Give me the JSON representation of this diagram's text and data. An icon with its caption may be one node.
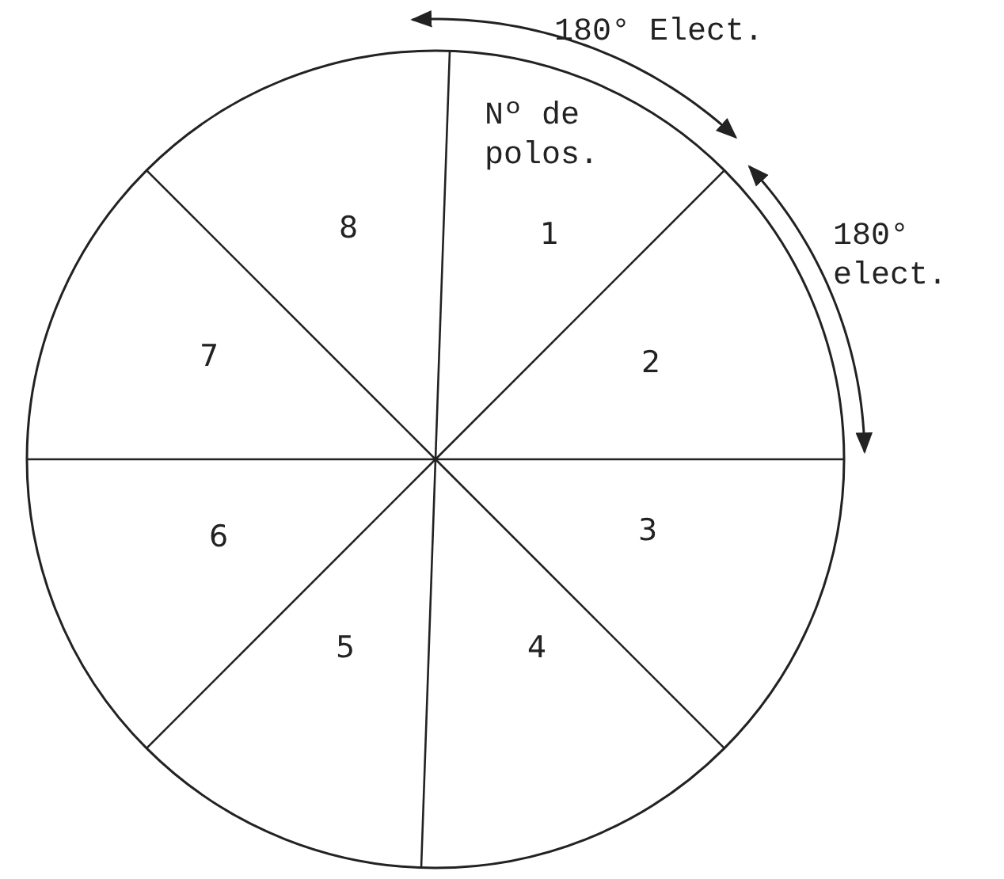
{
  "diagram": {
    "labels": [
      "180° Elect.",
      "Nº de polos.",
      "8",
      "1",
      "180° elect.",
      "7",
      "2",
      "6",
      "3",
      "5",
      "4"
    ]
  }
}
